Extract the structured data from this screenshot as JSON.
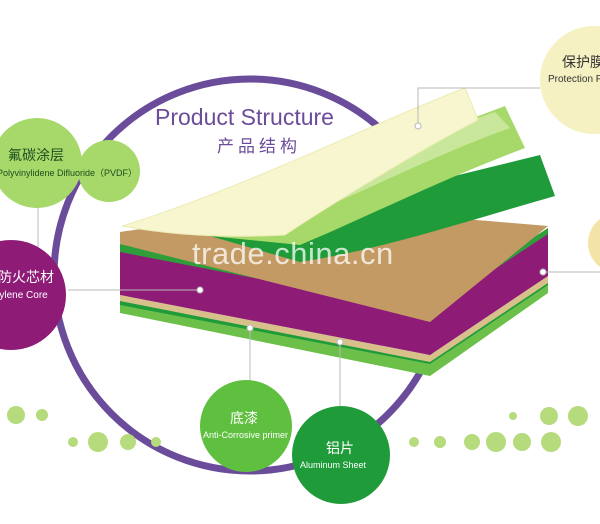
{
  "title": "Product Structure",
  "subtitle": "产品结构",
  "watermark": "trade.china.cn",
  "labels": {
    "pvdf": {
      "zh": "氟碳涂层",
      "en": "Polyvinylidene Difluoride（PVDF）"
    },
    "core": {
      "zh": "防火芯材",
      "en": "Polyethylene Core"
    },
    "primer": {
      "zh": "底漆",
      "en": "Anti-Corrosive primer"
    },
    "aluminum": {
      "zh": "铝片",
      "en": "Aluminum Sheet"
    },
    "film": {
      "zh": "保护膜",
      "en": "Protection Film"
    }
  },
  "colors": {
    "purple": "#6b4c9a",
    "magenta": "#8e1c77",
    "green": "#6cc04a",
    "dark_green": "#1f9b3a",
    "light_green": "#a6d96a",
    "pale_green": "#c9e79a",
    "cream": "#f7f6cf",
    "tan": "#c39a63",
    "dot_green": "#b5db7c"
  }
}
